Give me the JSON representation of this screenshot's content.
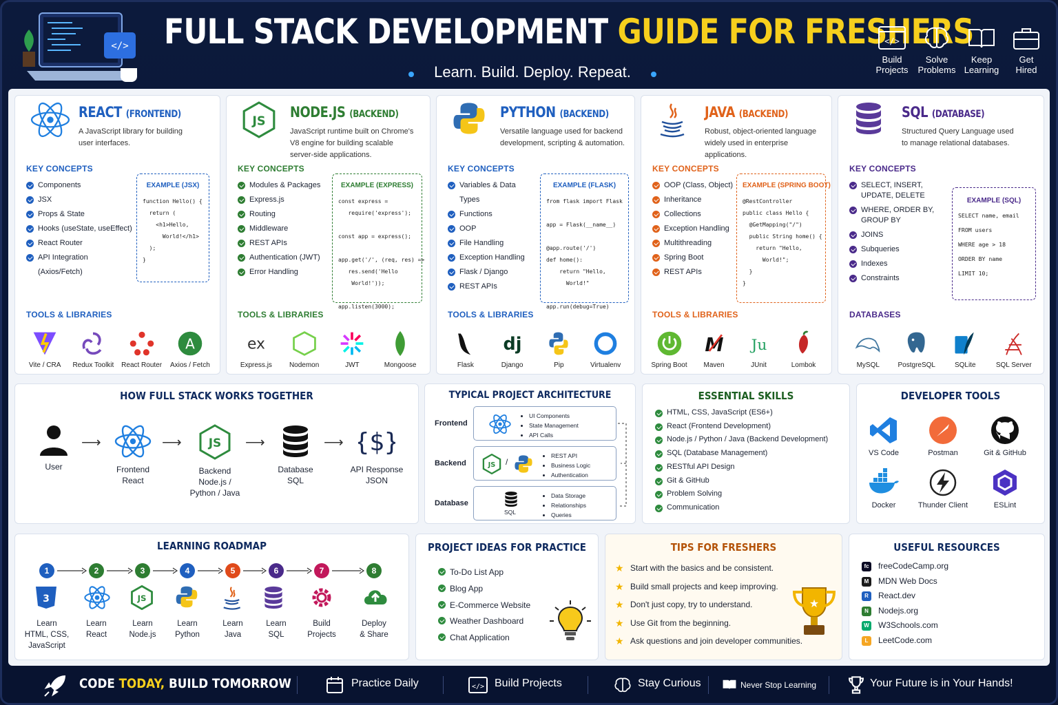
{
  "header": {
    "title_a": "FULL STACK DEVELOPMENT",
    "title_b": "GUIDE FOR FRESHERS",
    "subtitle": "Learn. Build. Deploy. Repeat.",
    "icons": [
      {
        "l1": "Build",
        "l2": "Projects",
        "icon": "code-window-icon"
      },
      {
        "l1": "Solve",
        "l2": "Problems",
        "icon": "brain-icon"
      },
      {
        "l1": "Keep",
        "l2": "Learning",
        "icon": "book-icon"
      },
      {
        "l1": "Get",
        "l2": "Hired",
        "icon": "briefcase-icon"
      }
    ]
  },
  "cards": [
    {
      "title": "REACT",
      "tag": "(FRONTEND)",
      "color": "#1f5fbf",
      "desc": [
        "A JavaScript library for building",
        "user interfaces."
      ],
      "concepts_label": "KEY CONCEPTS",
      "concepts": [
        "Components",
        "JSX",
        "Props & State",
        "Hooks (useState, useEffect)",
        "React Router",
        "API Integration (Axios/Fetch)"
      ],
      "example_title": "EXAMPLE (JSX)",
      "code": "function Hello() {\n  return (\n    <h1>Hello,\n      World!</h1>\n  );\n}",
      "tools_label": "TOOLS & LIBRARIES",
      "tools": [
        "Vite / CRA",
        "Redux Toolkit",
        "React Router",
        "Axios / Fetch"
      ]
    },
    {
      "title": "NODE.JS",
      "tag": "(BACKEND)",
      "color": "#2e7d32",
      "desc": [
        "JavaScript runtime built on Chrome's",
        "V8 engine for building scalable",
        "server-side applications."
      ],
      "concepts_label": "KEY CONCEPTS",
      "concepts": [
        "Modules & Packages",
        "Express.js",
        "Routing",
        "Middleware",
        "REST APIs",
        "Authentication (JWT)",
        "Error Handling"
      ],
      "example_title": "EXAMPLE (EXPRESS)",
      "code": "const express =\n   require('express');\n\nconst app = express();\n\napp.get('/', (req, res) =>\n   res.send('Hello\n    World!'));\n\napp.listen(3000);",
      "tools_label": "TOOLS & LIBRARIES",
      "tools": [
        "Express.js",
        "Nodemon",
        "JWT",
        "Mongoose"
      ]
    },
    {
      "title": "PYTHON",
      "tag": "(BACKEND)",
      "color": "#1f5fbf",
      "desc": [
        "Versatile language used for backend",
        "development, scripting & automation."
      ],
      "concepts_label": "KEY CONCEPTS",
      "concepts": [
        "Variables & Data Types",
        "Functions",
        "OOP",
        "File Handling",
        "Exception Handling",
        "Flask / Django",
        "REST APIs"
      ],
      "example_title": "EXAMPLE (FLASK)",
      "code": "from flask import Flask\n\napp = Flask(__name__)\n\n@app.route('/')\ndef home():\n    return \"Hello,\n      World!\"\n\napp.run(debug=True)",
      "tools_label": "TOOLS & LIBRARIES",
      "tools": [
        "Flask",
        "Django",
        "Pip",
        "Virtualenv"
      ]
    },
    {
      "title": "JAVA",
      "tag": "(BACKEND)",
      "color": "#e0621a",
      "desc": [
        "Robust, object-oriented language",
        "widely used in enterprise applications."
      ],
      "concepts_label": "KEY CONCEPTS",
      "concepts": [
        "OOP (Class, Object)",
        "Inheritance",
        "Collections",
        "Exception Handling",
        "Multithreading",
        "Spring Boot",
        "REST APIs"
      ],
      "example_title": "EXAMPLE (SPRING BOOT)",
      "code": "@RestController\npublic class Hello {\n  @GetMapping(\"/\")\n  public String home() {\n    return \"Hello,\n      World!\";\n  }\n}",
      "tools_label": "TOOLS & LIBRARIES",
      "tools": [
        "Spring Boot",
        "Maven",
        "JUnit",
        "Lombok"
      ]
    },
    {
      "title": "SQL",
      "tag": "(DATABASE)",
      "color": "#4a2a8a",
      "desc": [
        "Structured Query Language used",
        "to manage relational databases."
      ],
      "concepts_label": "KEY CONCEPTS",
      "concepts": [
        "SELECT, INSERT,\nUPDATE, DELETE",
        "WHERE, ORDER BY,\nGROUP BY",
        "JOINS",
        "Subqueries",
        "Indexes",
        "Constraints"
      ],
      "example_title": "EXAMPLE (SQL)",
      "code": "SELECT name, email\n\nFROM users\n\nWHERE age > 18\n\nORDER BY name\n\nLIMIT 10;",
      "tools_label": "DATABASES",
      "tools": [
        "MySQL",
        "PostgreSQL",
        "SQLite",
        "SQL Server"
      ]
    }
  ],
  "how": {
    "title": "HOW FULL STACK WORKS TOGETHER",
    "items": [
      [
        "User"
      ],
      [
        "Frontend",
        "React"
      ],
      [
        "Backend",
        "Node.js /",
        "Python / Java"
      ],
      [
        "Database",
        "SQL"
      ],
      [
        "API Response",
        "JSON"
      ]
    ]
  },
  "arch": {
    "title": "TYPICAL PROJECT ARCHITECTURE",
    "rows": [
      {
        "label": "Frontend",
        "items": [
          "UI Components",
          "State Management",
          "API Calls"
        ]
      },
      {
        "label": "Backend",
        "items": [
          "REST API",
          "Business Logic",
          "Authentication"
        ]
      },
      {
        "label": "Database",
        "items": [
          "Data Storage",
          "Relationships",
          "Queries"
        ],
        "icon_label": "SQL"
      }
    ]
  },
  "skills": {
    "title": "ESSENTIAL SKILLS",
    "items": [
      "HTML, CSS, JavaScript (ES6+)",
      "React (Frontend Development)",
      "Node.js / Python / Java (Backend Development)",
      "SQL (Database Management)",
      "RESTful API Design",
      "Git & GitHub",
      "Problem Solving",
      "Communication"
    ]
  },
  "devtools": {
    "title": "DEVELOPER TOOLS",
    "items": [
      "VS Code",
      "Postman",
      "Git & GitHub",
      "Docker",
      "Thunder Client",
      "ESLint"
    ]
  },
  "roadmap": {
    "title": "LEARNING ROADMAP",
    "steps": [
      {
        "n": "1",
        "color": "#1f5fbf",
        "lines": [
          "Learn",
          "HTML, CSS,",
          "JavaScript"
        ]
      },
      {
        "n": "2",
        "color": "#2e7d32",
        "lines": [
          "Learn",
          "React"
        ]
      },
      {
        "n": "3",
        "color": "#2e7d32",
        "lines": [
          "Learn",
          "Node.js"
        ]
      },
      {
        "n": "4",
        "color": "#1f5fbf",
        "lines": [
          "Learn",
          "Python"
        ]
      },
      {
        "n": "5",
        "color": "#e04a1a",
        "lines": [
          "Learn",
          "Java"
        ]
      },
      {
        "n": "6",
        "color": "#4a2a8a",
        "lines": [
          "Learn",
          "SQL"
        ]
      },
      {
        "n": "7",
        "color": "#c2185b",
        "lines": [
          "Build",
          "Projects"
        ]
      },
      {
        "n": "8",
        "color": "#2e7d32",
        "lines": [
          "Deploy",
          "& Share"
        ]
      }
    ]
  },
  "projects": {
    "title": "PROJECT IDEAS FOR PRACTICE",
    "items": [
      "To-Do List App",
      "Blog App",
      "E-Commerce Website",
      "Weather Dashboard",
      "Chat Application"
    ]
  },
  "tips": {
    "title": "TIPS FOR FRESHERS",
    "items": [
      "Start with the basics and be consistent.",
      "Build small projects and keep improving.",
      "Don't just copy, try to understand.",
      "Use Git from the beginning.",
      "Ask questions and join developer communities."
    ]
  },
  "resources": {
    "title": "USEFUL RESOURCES",
    "items": [
      {
        "label": "freeCodeCamp.org",
        "badge": "fc",
        "color": "#0a0a23"
      },
      {
        "label": "MDN Web Docs",
        "badge": "M",
        "color": "#1b1b1b"
      },
      {
        "label": "React.dev",
        "badge": "R",
        "color": "#1f5fbf"
      },
      {
        "label": "Nodejs.org",
        "badge": "N",
        "color": "#2e7d32"
      },
      {
        "label": "W3Schools.com",
        "badge": "W",
        "color": "#04aa6d"
      },
      {
        "label": "LeetCode.com",
        "badge": "L",
        "color": "#f5a623"
      }
    ]
  },
  "footer": {
    "slogan_a": "CODE",
    "slogan_b": "TODAY,",
    "slogan_c": "BUILD TOMORROW",
    "items": [
      "Practice Daily",
      "Build Projects",
      "Stay Curious",
      "Never Stop Learning",
      "Your Future is in Your Hands!"
    ]
  }
}
